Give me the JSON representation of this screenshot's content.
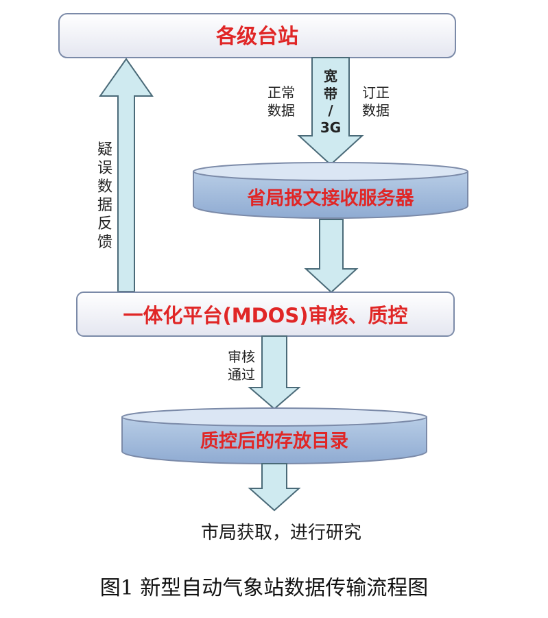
{
  "nodes": {
    "stations": "各级台站",
    "provincial_server": "省局报文接收服务器",
    "platform": "一体化平台(MDOS)审核、质控",
    "storage": "质控后的存放目录",
    "final": "市局获取，进行研究"
  },
  "arrow_labels": {
    "normal_data": [
      "正常",
      "数据"
    ],
    "bandwidth": [
      "宽",
      "带",
      "/",
      "3G"
    ],
    "corrected_data": [
      "订正",
      "数据"
    ],
    "feedback": [
      "疑",
      "误",
      "数",
      "据",
      "反",
      "馈"
    ],
    "approved": [
      "审核",
      "通过"
    ]
  },
  "caption": "图1  新型自动气象站数据传输流程图",
  "colors": {
    "label_red": "#e02626",
    "box_fill": "#f3f3f8",
    "box_stroke": "#7b8aa8",
    "cylinder_fill": "#aec3e0",
    "cylinder_top": "#dbe6f4",
    "arrow_fill": "#cfeaf0",
    "arrow_stroke": "#4a6a78"
  }
}
